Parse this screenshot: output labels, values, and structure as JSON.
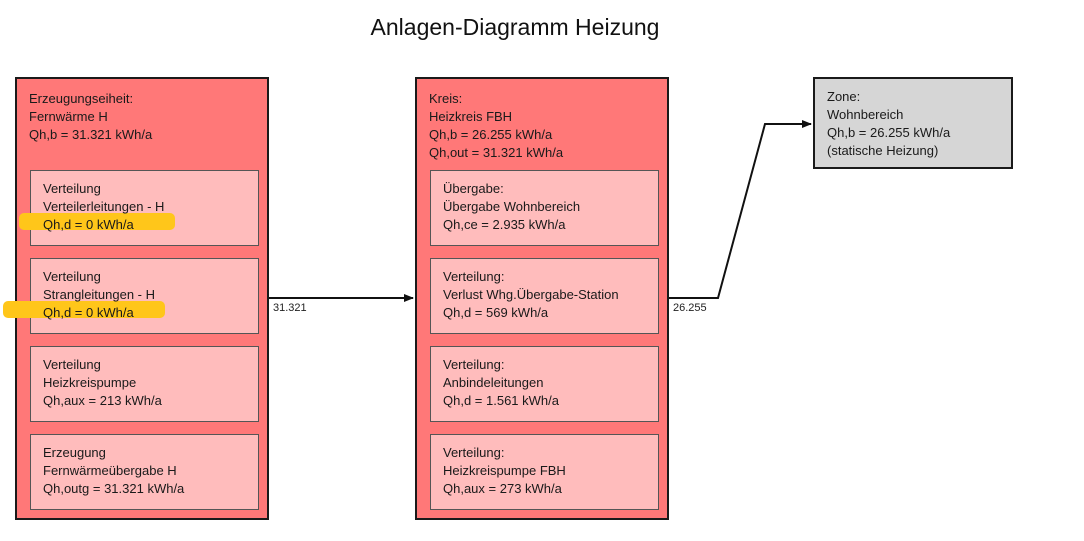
{
  "title": "Anlagen-Diagramm Heizung",
  "generator": {
    "head": [
      "Erzeugungseiheit:",
      "Fernwärme H",
      "Qh,b = 31.321 kWh/a"
    ],
    "blocks": [
      {
        "lines": [
          "Verteilung",
          "Verteilerleitungen - H",
          "Qh,d = 0 kWh/a"
        ],
        "highlight": 2
      },
      {
        "lines": [
          "Verteilung",
          "Strangleitungen - H",
          "Qh,d = 0 kWh/a"
        ],
        "highlight": 2
      },
      {
        "lines": [
          "Verteilung",
          "Heizkreispumpe",
          "Qh,aux = 213 kWh/a"
        ]
      },
      {
        "lines": [
          "Erzeugung",
          "Fernwärmeübergabe H",
          "Qh,outg = 31.321 kWh/a"
        ]
      }
    ]
  },
  "circuit": {
    "head": [
      "Kreis:",
      "Heizkreis FBH",
      "Qh,b = 26.255 kWh/a",
      "Qh,out = 31.321 kWh/a"
    ],
    "blocks": [
      {
        "lines": [
          "Übergabe:",
          "Übergabe Wohnbereich",
          "Qh,ce = 2.935 kWh/a"
        ]
      },
      {
        "lines": [
          "Verteilung:",
          "Verlust Whg.Übergabe-Station",
          "Qh,d = 569 kWh/a"
        ]
      },
      {
        "lines": [
          "Verteilung:",
          "Anbindeleitungen",
          "Qh,d = 1.561 kWh/a"
        ]
      },
      {
        "lines": [
          "Verteilung:",
          "Heizkreispumpe FBH",
          "Qh,aux = 273 kWh/a"
        ]
      }
    ]
  },
  "zone": {
    "lines": [
      "Zone:",
      "Wohnbereich",
      "Qh,b = 26.255 kWh/a",
      "(statische Heizung)"
    ]
  },
  "flows": {
    "generator_to_circuit": "31.321",
    "circuit_to_zone": "26.255"
  },
  "colors": {
    "panel": "#ff7878",
    "block": "#ffbcbc",
    "zone": "#d6d6d6",
    "highlight": "#ffc61a"
  }
}
